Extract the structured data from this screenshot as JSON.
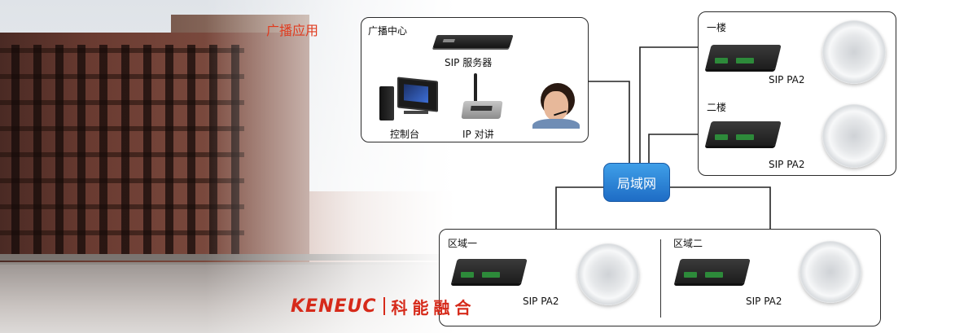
{
  "title": "广播应用",
  "center": {
    "label": "广播中心",
    "server_label": "SIP  服务器",
    "console_label": "控制台",
    "intercom_label": "IP 对讲"
  },
  "lan_label": "局域网",
  "floors": [
    {
      "label": "一楼",
      "device_label": "SIP PA2"
    },
    {
      "label": "二楼",
      "device_label": "SIP PA2"
    }
  ],
  "zones": [
    {
      "label": "区域一",
      "device_label": "SIP PA2"
    },
    {
      "label": "区域二",
      "device_label": "SIP PA2"
    }
  ],
  "brand": {
    "en": "KENEUC",
    "cn": "科能融合"
  },
  "colors": {
    "title": "#e03a1e",
    "lan": "#1e6cc5",
    "brand": "#d62a1a"
  }
}
